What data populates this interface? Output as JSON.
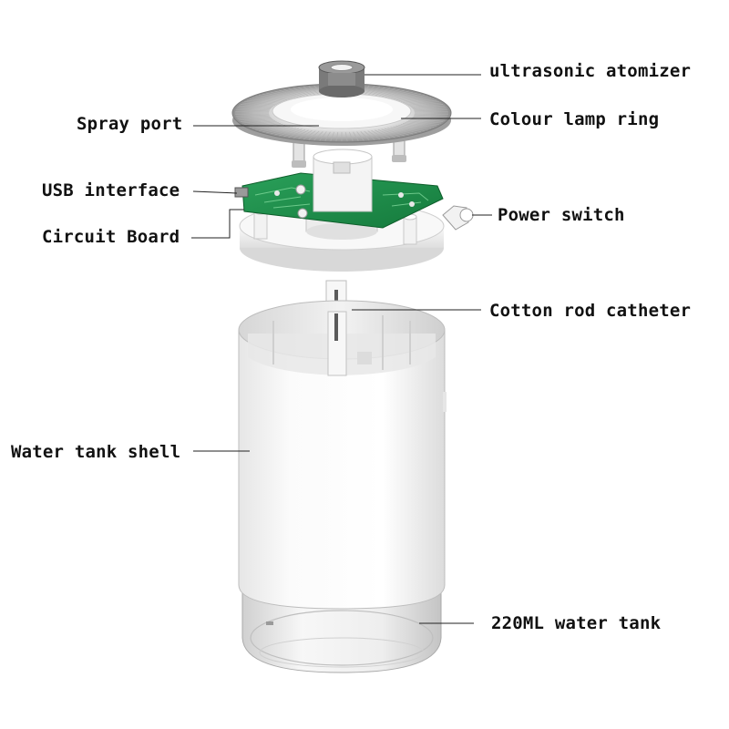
{
  "labels": {
    "ultrasonic_atomizer": "ultrasonic atomizer",
    "colour_lamp_ring": "Colour lamp ring",
    "spray_port": "Spray port",
    "usb_interface": "USB interface",
    "power_switch": "Power switch",
    "circuit_board": "Circuit Board",
    "cotton_rod_catheter": "Cotton rod catheter",
    "water_tank_shell": "Water tank shell",
    "water_tank": "220ML water tank"
  },
  "colors": {
    "background": "#ffffff",
    "leader_line": "#222222",
    "label_text": "#111111",
    "pcb_green": "#1f8a4a",
    "shell_white": "#fafafa",
    "metal_gray": "#8a8a8a"
  }
}
